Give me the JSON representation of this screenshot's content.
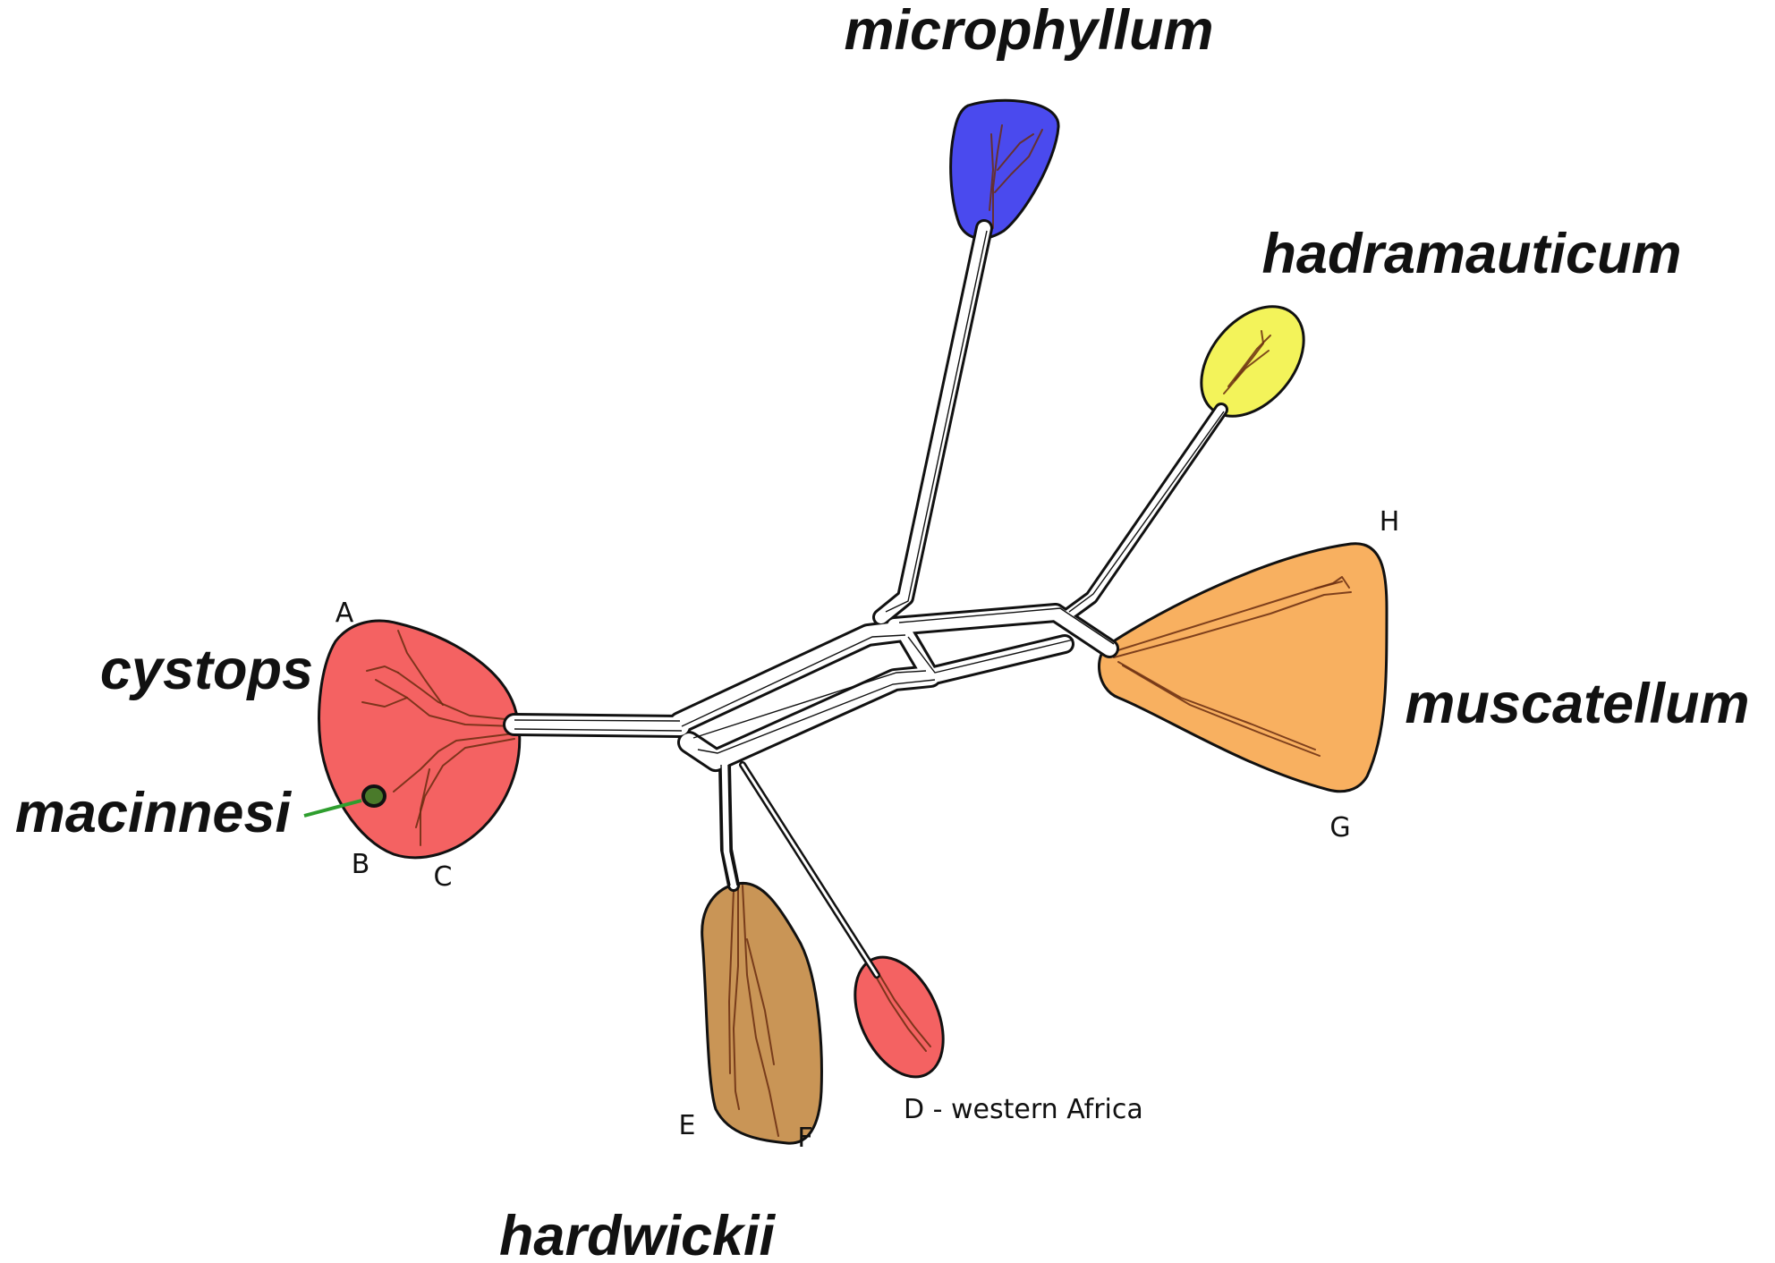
{
  "taxa": {
    "microphyllum": "microphyllum",
    "hadramauticum": "hadramauticum",
    "cystops": "cystops",
    "macinnesi": "macinnesi",
    "muscatellum": "muscatellum",
    "hardwickii": "hardwickii"
  },
  "clusters": {
    "A": "A",
    "B": "B",
    "C": "C",
    "D": "D - western Africa",
    "E": "E",
    "F": "F",
    "G": "G",
    "H": "H"
  },
  "colors": {
    "microphyllum": "#4a4aee",
    "hadramauticum": "#f3f35a",
    "cystops": "#f46262",
    "macinnesi": "#4a7a2a",
    "muscatellum": "#f8b060",
    "hardwickii": "#c99556",
    "western_africa": "#f46262",
    "pointer": "#2e9e2e"
  }
}
